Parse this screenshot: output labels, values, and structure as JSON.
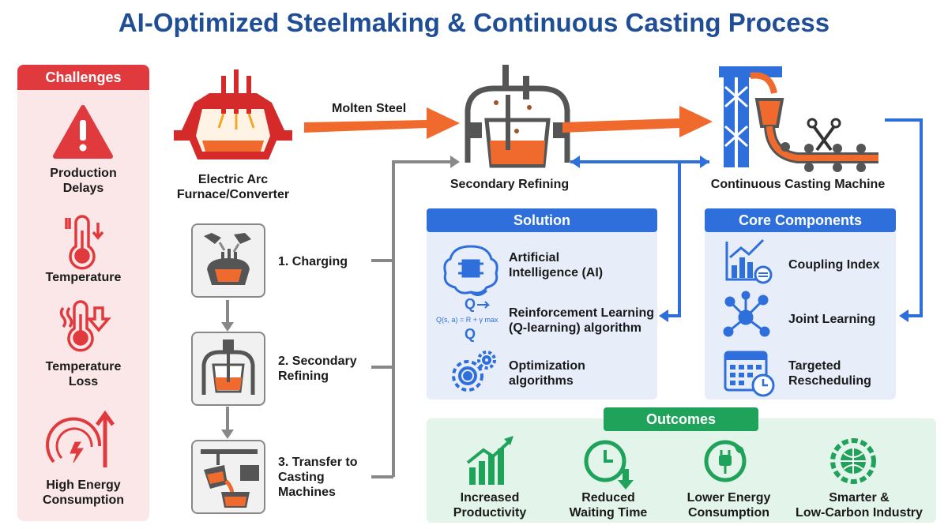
{
  "title": "AI-Optimized Steelmaking & Continuous Casting Process",
  "challenges": {
    "header": "Challenges",
    "items": [
      {
        "label_1": "Production",
        "label_2": "Delays",
        "icon": "warning-icon"
      },
      {
        "label_1": "Temperature",
        "label_2": "",
        "icon": "thermometer-icon"
      },
      {
        "label_1": "Temperature",
        "label_2": "Loss",
        "icon": "thermometer-down-icon"
      },
      {
        "label_1": "High Energy",
        "label_2": "Consumption",
        "icon": "gauge-up-icon"
      }
    ]
  },
  "process": {
    "furnace_1": "Electric Arc",
    "furnace_2": "Furnace/Converter",
    "molten": "Molten Steel",
    "refining": "Secondary Refining",
    "caster": "Continuous Casting Machine"
  },
  "steps": [
    {
      "l1": "1. Charging",
      "l2": "",
      "l3": ""
    },
    {
      "l1": "2. Secondary",
      "l2": "Refining",
      "l3": ""
    },
    {
      "l1": "3. Transfer to",
      "l2": "Casting",
      "l3": "Machines"
    }
  ],
  "solution": {
    "header": "Solution",
    "items": [
      {
        "l1": "Artificial",
        "l2": "Intelligence (AI)",
        "icon": "brain-chip-icon"
      },
      {
        "l1": "Reinforcement Learning",
        "l2": "(Q-learning) algorithm",
        "icon": "q-formula-icon"
      },
      {
        "l1": "Optimization",
        "l2": "algorithms",
        "icon": "gears-icon"
      }
    ],
    "formula_q": "Q",
    "formula": "Q(s, a) = R + γ max"
  },
  "core": {
    "header": "Core Components",
    "items": [
      {
        "l1": "Coupling Index",
        "l2": "",
        "icon": "chart-sync-icon"
      },
      {
        "l1": "Joint Learning",
        "l2": "",
        "icon": "network-icon"
      },
      {
        "l1": "Targeted",
        "l2": "Rescheduling",
        "icon": "calendar-clock-icon"
      }
    ]
  },
  "outcomes": {
    "header": "Outcomes",
    "items": [
      {
        "l1": "Increased",
        "l2": "Productivity",
        "icon": "growth-chart-icon"
      },
      {
        "l1": "Reduced",
        "l2": "Waiting Time",
        "icon": "clock-down-icon"
      },
      {
        "l1": "Lower Energy",
        "l2": "Consumption",
        "icon": "eco-plug-icon"
      },
      {
        "l1": "Smarter &",
        "l2": "Low-Carbon Industry",
        "icon": "globe-gear-icon"
      }
    ]
  },
  "colors": {
    "title": "#1f4e96",
    "challenge": "#e03a3e",
    "solution": "#2f6fdb",
    "outcome": "#1fa25a",
    "steel": "#f06a2e"
  }
}
